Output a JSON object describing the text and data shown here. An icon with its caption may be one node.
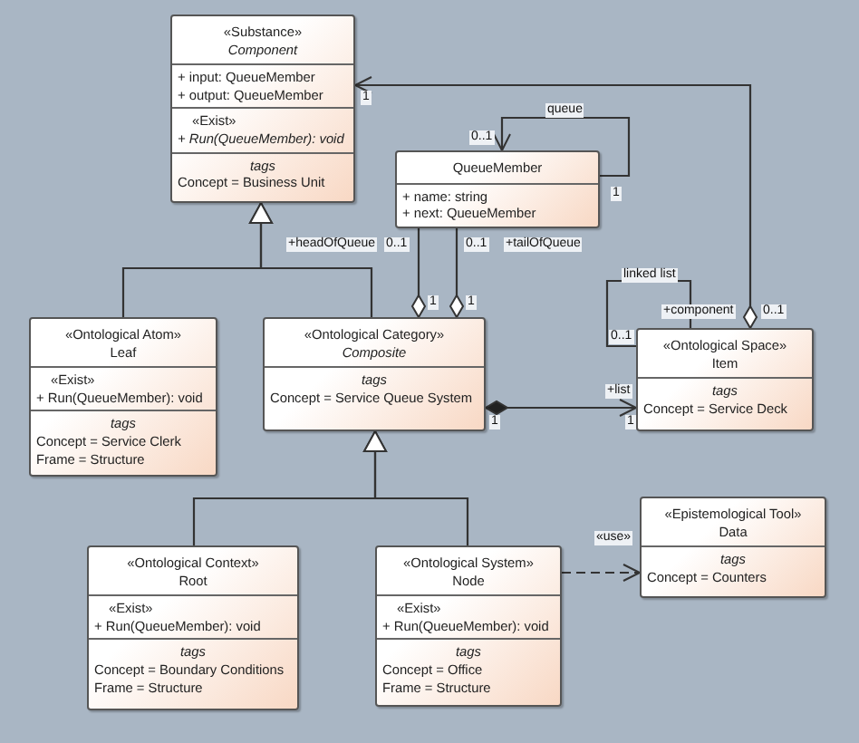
{
  "diagram": {
    "nodes": [
      {
        "text": [
          "«Substance»",
          "Component",
          "+ input: QueueMember",
          "+ output: QueueMember",
          "«Exist»",
          "+ Run(QueueMember): void",
          "tags",
          "Concept = Business Unit"
        ]
      },
      {
        "text": [
          "QueueMember",
          "+ name: string",
          "+ next: QueueMember"
        ]
      },
      {
        "text": [
          "«Ontological Atom»",
          "Leaf",
          "«Exist»",
          "+ Run(QueueMember): void",
          "tags",
          "Concept = Service Clerk",
          "Frame = Structure"
        ]
      },
      {
        "text": [
          "«Ontological Category»",
          "Composite",
          "tags",
          "Concept = Service Queue System"
        ]
      },
      {
        "text": [
          "«Ontological Space»",
          "Item",
          "tags",
          "Concept = Service Deck"
        ]
      },
      {
        "text": [
          "«Ontological Context»",
          "Root",
          "«Exist»",
          "+ Run(QueueMember): void",
          "tags",
          "Concept = Boundary Conditions",
          "Frame = Structure"
        ]
      },
      {
        "text": [
          "«Ontological System»",
          "Node",
          "«Exist»",
          "+ Run(QueueMember): void",
          "tags",
          "Concept = Office",
          "Frame = Structure"
        ]
      },
      {
        "text": [
          "«Epistemological Tool»",
          "Data",
          "tags",
          "Concept = Counters"
        ]
      }
    ],
    "edges": [
      {
        "from": 2,
        "to": 0,
        "arrow": "to"
      },
      {
        "from": 3,
        "to": 0,
        "arrow": "to"
      },
      {
        "from": 5,
        "to": 3,
        "arrow": "to"
      },
      {
        "from": 6,
        "to": 3,
        "arrow": "to"
      },
      {
        "from": 1,
        "to": 1,
        "arrow": "to",
        "label": "queue"
      },
      {
        "from": 3,
        "to": 1,
        "arrow": "other",
        "label": "+headOfQueue"
      },
      {
        "from": 3,
        "to": 1,
        "arrow": "other",
        "label": "+tailOfQueue"
      },
      {
        "from": 3,
        "to": 4,
        "arrow": "to",
        "label": "+list"
      },
      {
        "from": 4,
        "to": 4,
        "arrow": "none",
        "label": "linked list"
      },
      {
        "from": 4,
        "to": 0,
        "arrow": "to",
        "label": "+component"
      },
      {
        "from": 6,
        "to": 7,
        "arrow": "to",
        "label": "«use»",
        "style": "dashed"
      }
    ],
    "labels": [
      "1",
      "0..1",
      "1",
      "0..1",
      "0..1",
      "1",
      "1",
      "0..1",
      "0..1",
      "1",
      "1"
    ]
  }
}
